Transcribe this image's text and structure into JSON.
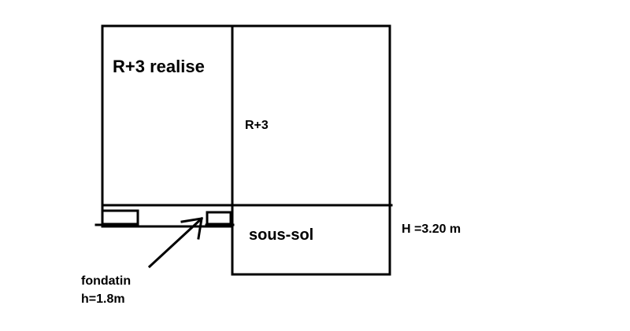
{
  "labels": {
    "left_building": "R+3 realise",
    "right_building": "R+3",
    "basement": "sous-sol",
    "basement_height": "H =3.20 m",
    "foundation_line1": "fondatin",
    "foundation_line2": "h=1.8m"
  },
  "colors": {
    "stroke": "#000000",
    "background": "#ffffff"
  }
}
